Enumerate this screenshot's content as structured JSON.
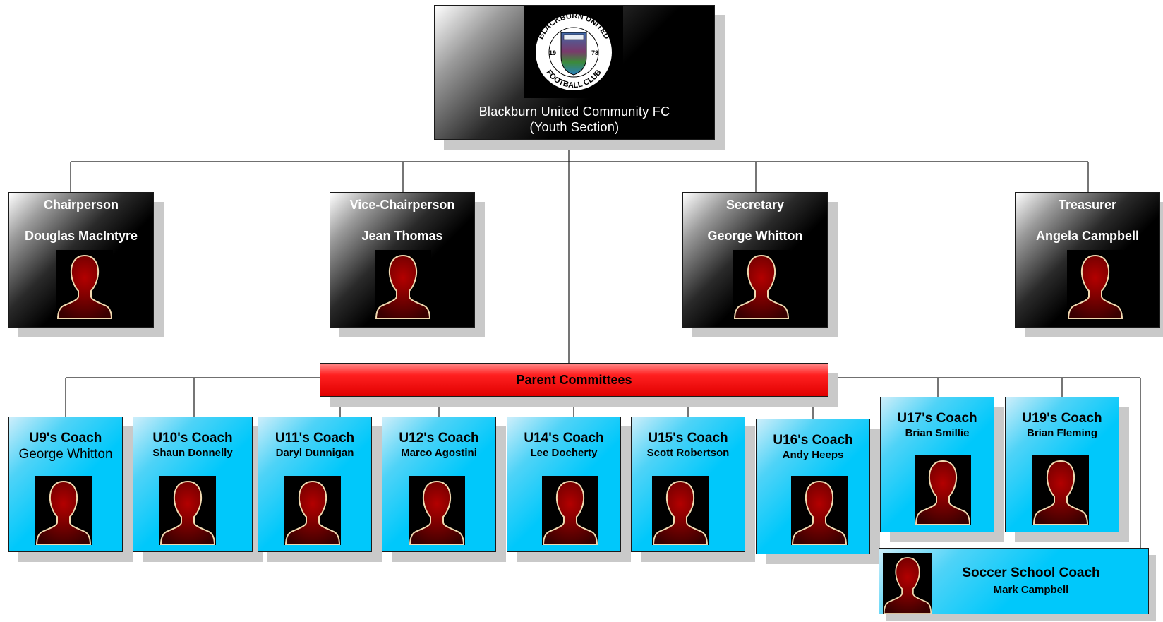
{
  "root": {
    "title_line1": "Blackburn United Community FC",
    "title_line2": "(Youth Section)",
    "logo": {
      "top_text": "BLACKBURN UNITED",
      "bottom_text": "FOOTBALL CLUB",
      "year_left": "19",
      "year_right": "78"
    }
  },
  "officers": [
    {
      "role": "Chairperson",
      "name": "Douglas MacIntyre"
    },
    {
      "role": "Vice-Chairperson",
      "name": "Jean Thomas"
    },
    {
      "role": "Secretary",
      "name": "George Whitton"
    },
    {
      "role": "Treasurer",
      "name": "Angela Campbell"
    }
  ],
  "committee": {
    "label": "Parent Committees"
  },
  "coaches": [
    {
      "title": "U9's Coach",
      "name": "George Whitton"
    },
    {
      "title": "U10's Coach",
      "name": "Shaun Donnelly"
    },
    {
      "title": "U11's Coach",
      "name": "Daryl Dunnigan"
    },
    {
      "title": "U12's Coach",
      "name": "Marco Agostini"
    },
    {
      "title": "U14's Coach",
      "name": "Lee Docherty"
    },
    {
      "title": "U15's Coach",
      "name": "Scott Robertson"
    },
    {
      "title": "U16's Coach",
      "name": "Andy Heeps"
    },
    {
      "title": "U17's Coach",
      "name": "Brian Smillie"
    },
    {
      "title": "U19's Coach",
      "name": "Brian Fleming"
    }
  ],
  "soccer_school": {
    "title": "Soccer School Coach",
    "name": "Mark Campbell"
  },
  "colors": {
    "officer_fill": "#000000",
    "committee_fill": "#ff0000",
    "coach_fill": "#00c8fb",
    "connector": "#1a1a1a"
  },
  "icons": {
    "person_placeholder": "silhouette-icon",
    "club_crest": "crest-icon"
  }
}
